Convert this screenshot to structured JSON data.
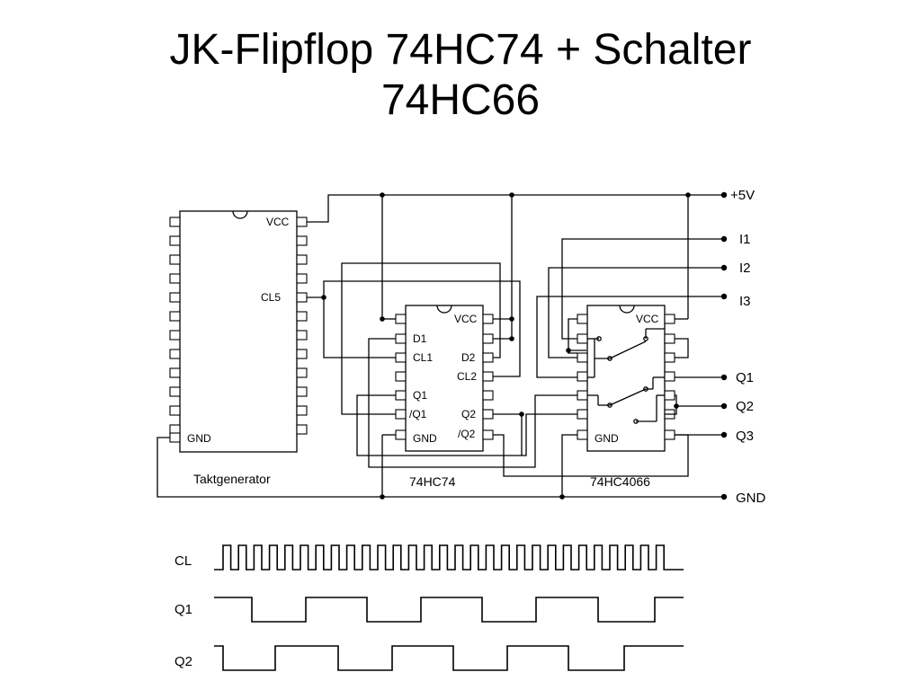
{
  "slide": {
    "title_line1": "JK-Flipflop 74HC74 + Schalter",
    "title_line2": "74HC66"
  },
  "chips": {
    "clock": {
      "name": "Taktgenerator",
      "pins": {
        "vcc": "VCC",
        "cl5": "CL5",
        "gnd": "GND"
      }
    },
    "ff": {
      "name": "74HC74",
      "pins": {
        "d1": "D1",
        "cl1": "CL1",
        "q1": "Q1",
        "nq1": "/Q1",
        "gnd": "GND",
        "vcc": "VCC",
        "d2": "D2",
        "cl2": "CL2",
        "q2": "Q2",
        "nq2": "/Q2"
      }
    },
    "switch": {
      "name": "74HC4066",
      "pins": {
        "vcc": "VCC",
        "gnd": "GND"
      }
    }
  },
  "terminals": {
    "plus5v": "+5V",
    "i1": "I1",
    "i2": "I2",
    "i3": "I3",
    "q1": "Q1",
    "q2": "Q2",
    "q3": "Q3",
    "gnd": "GND"
  },
  "timing": {
    "signals": [
      {
        "name": "CL"
      },
      {
        "name": "Q1"
      },
      {
        "name": "Q2"
      }
    ]
  }
}
